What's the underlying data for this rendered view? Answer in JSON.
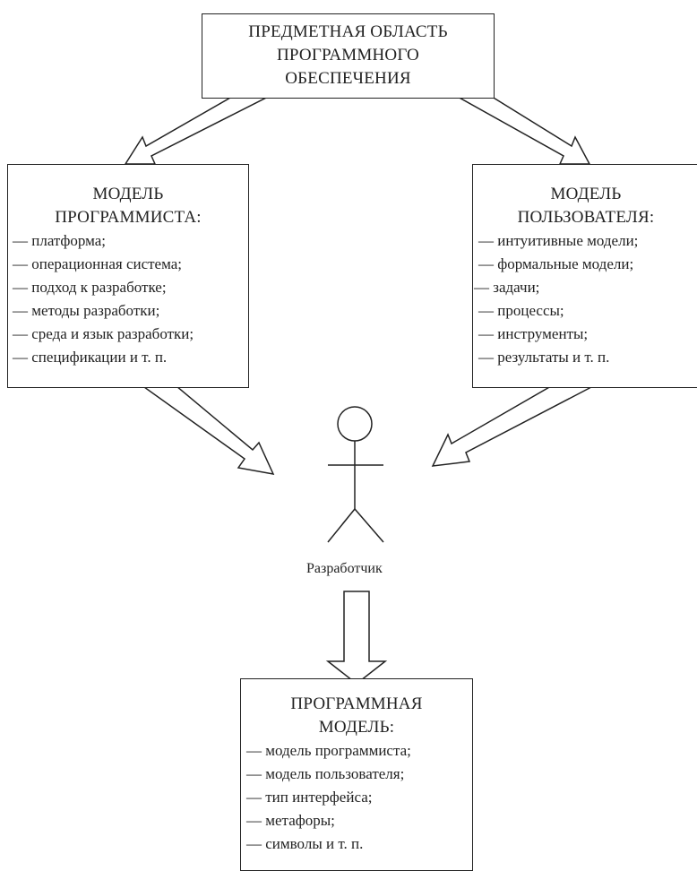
{
  "domain": {
    "title": [
      "ПРЕДМЕТНАЯ ОБЛАСТЬ",
      "ПРОГРАММНОГО",
      "ОБЕСПЕЧЕНИЯ"
    ]
  },
  "programmer_model": {
    "title": [
      "МОДЕЛЬ",
      "ПРОГРАММИСТА:"
    ],
    "items": [
      "— платформа;",
      "— операционная система;",
      "— подход к разработке;",
      "— методы разработки;",
      "— среда и язык разработки;",
      "— спецификации и т. п."
    ]
  },
  "user_model": {
    "title": [
      "МОДЕЛЬ",
      "ПОЛЬЗОВАТЕЛЯ:"
    ],
    "items": [
      "— интуитивные модели;",
      "— формальные модели;",
      "— задачи;",
      "— процессы;",
      "— инструменты;",
      "— результаты и т. п."
    ]
  },
  "developer": {
    "label": "Разработчик"
  },
  "program_model": {
    "title": [
      "ПРОГРАММНАЯ",
      "МОДЕЛЬ:"
    ],
    "items": [
      "— модель программиста;",
      "— модель пользователя;",
      "— тип интерфейса;",
      "— метафоры;",
      "— символы и т. п."
    ]
  }
}
